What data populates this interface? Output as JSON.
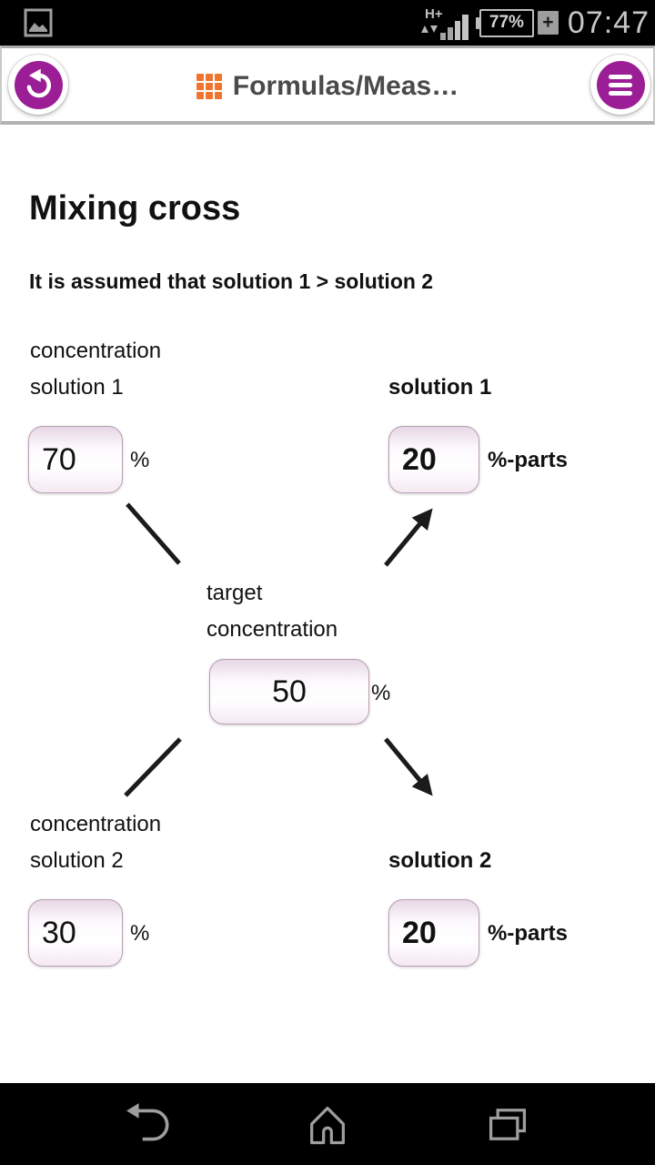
{
  "status_bar": {
    "time": "07:47",
    "battery": "77%",
    "charge": "+",
    "network": "H+"
  },
  "header": {
    "title": "Formulas/Meas…"
  },
  "page": {
    "heading": "Mixing cross",
    "assumption": "It is assumed that solution 1 > solution 2"
  },
  "diagram": {
    "top_left": {
      "label1": "concentration",
      "label2": "solution 1",
      "value": "70",
      "unit": "%"
    },
    "top_right": {
      "label": "solution 1",
      "value": "20",
      "unit": "%-parts"
    },
    "center": {
      "label1": "target",
      "label2": "concentration",
      "value": "50",
      "unit": "%"
    },
    "bottom_left": {
      "label1": "concentration",
      "label2": "solution 2",
      "value": "30",
      "unit": "%"
    },
    "bottom_right": {
      "label": "solution 2",
      "value": "20",
      "unit": "%-parts"
    }
  },
  "colors": {
    "accent_purple": "#9b1e96",
    "accent_orange": "#f0742e",
    "status_gray": "#bdbdbd"
  }
}
